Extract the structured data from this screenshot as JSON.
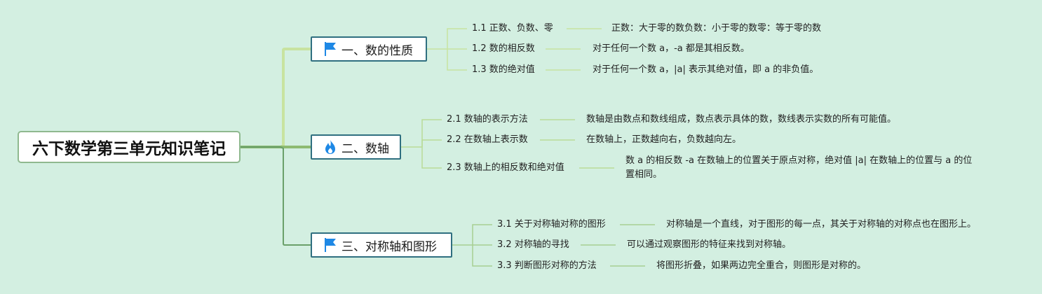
{
  "root": {
    "title": "六下数学第三单元知识笔记"
  },
  "branches": [
    {
      "label": "一、数的性质",
      "icon": "flag-icon",
      "items": [
        {
          "label": "1.1 正数、负数、零",
          "desc": "正数：大于零的数负数：小于零的数零：等于零的数"
        },
        {
          "label": "1.2 数的相反数",
          "desc": "对于任何一个数 a，-a 都是其相反数。"
        },
        {
          "label": "1.3 数的绝对值",
          "desc": "对于任何一个数 a，|a| 表示其绝对值，即 a 的非负值。"
        }
      ]
    },
    {
      "label": "二、数轴",
      "icon": "fire-icon",
      "items": [
        {
          "label": "2.1 数轴的表示方法",
          "desc": "数轴是由数点和数线组成，数点表示具体的数，数线表示实数的所有可能值。"
        },
        {
          "label": "2.2 在数轴上表示数",
          "desc": "在数轴上，正数越向右，负数越向左。"
        },
        {
          "label": "2.3 数轴上的相反数和绝对值",
          "desc": "数 a 的相反数 -a 在数轴上的位置关于原点对称，绝对值 |a| 在数轴上的位置与 a 的位置相同。"
        }
      ]
    },
    {
      "label": "三、对称轴和图形",
      "icon": "flag-icon",
      "items": [
        {
          "label": "3.1 关于对称轴对称的图形",
          "desc": "对称轴是一个直线，对于图形的每一点，其关于对称轴的对称点也在图形上。"
        },
        {
          "label": "3.2 对称轴的寻找",
          "desc": "可以通过观察图形的特征来找到对称轴。"
        },
        {
          "label": "3.3 判断图形对称的方法",
          "desc": "将图形折叠，如果两边完全重合，则图形是对称的。"
        }
      ]
    }
  ],
  "colors": {
    "background": "#d3efe1",
    "branch1_edge": "#c8e3a0",
    "branch2_edge": "#8dbb72",
    "branch3_edge": "#6aa06a",
    "branch_border": "#2f6f80",
    "flag": "#1e88e5",
    "fire": "#1e88e5"
  }
}
